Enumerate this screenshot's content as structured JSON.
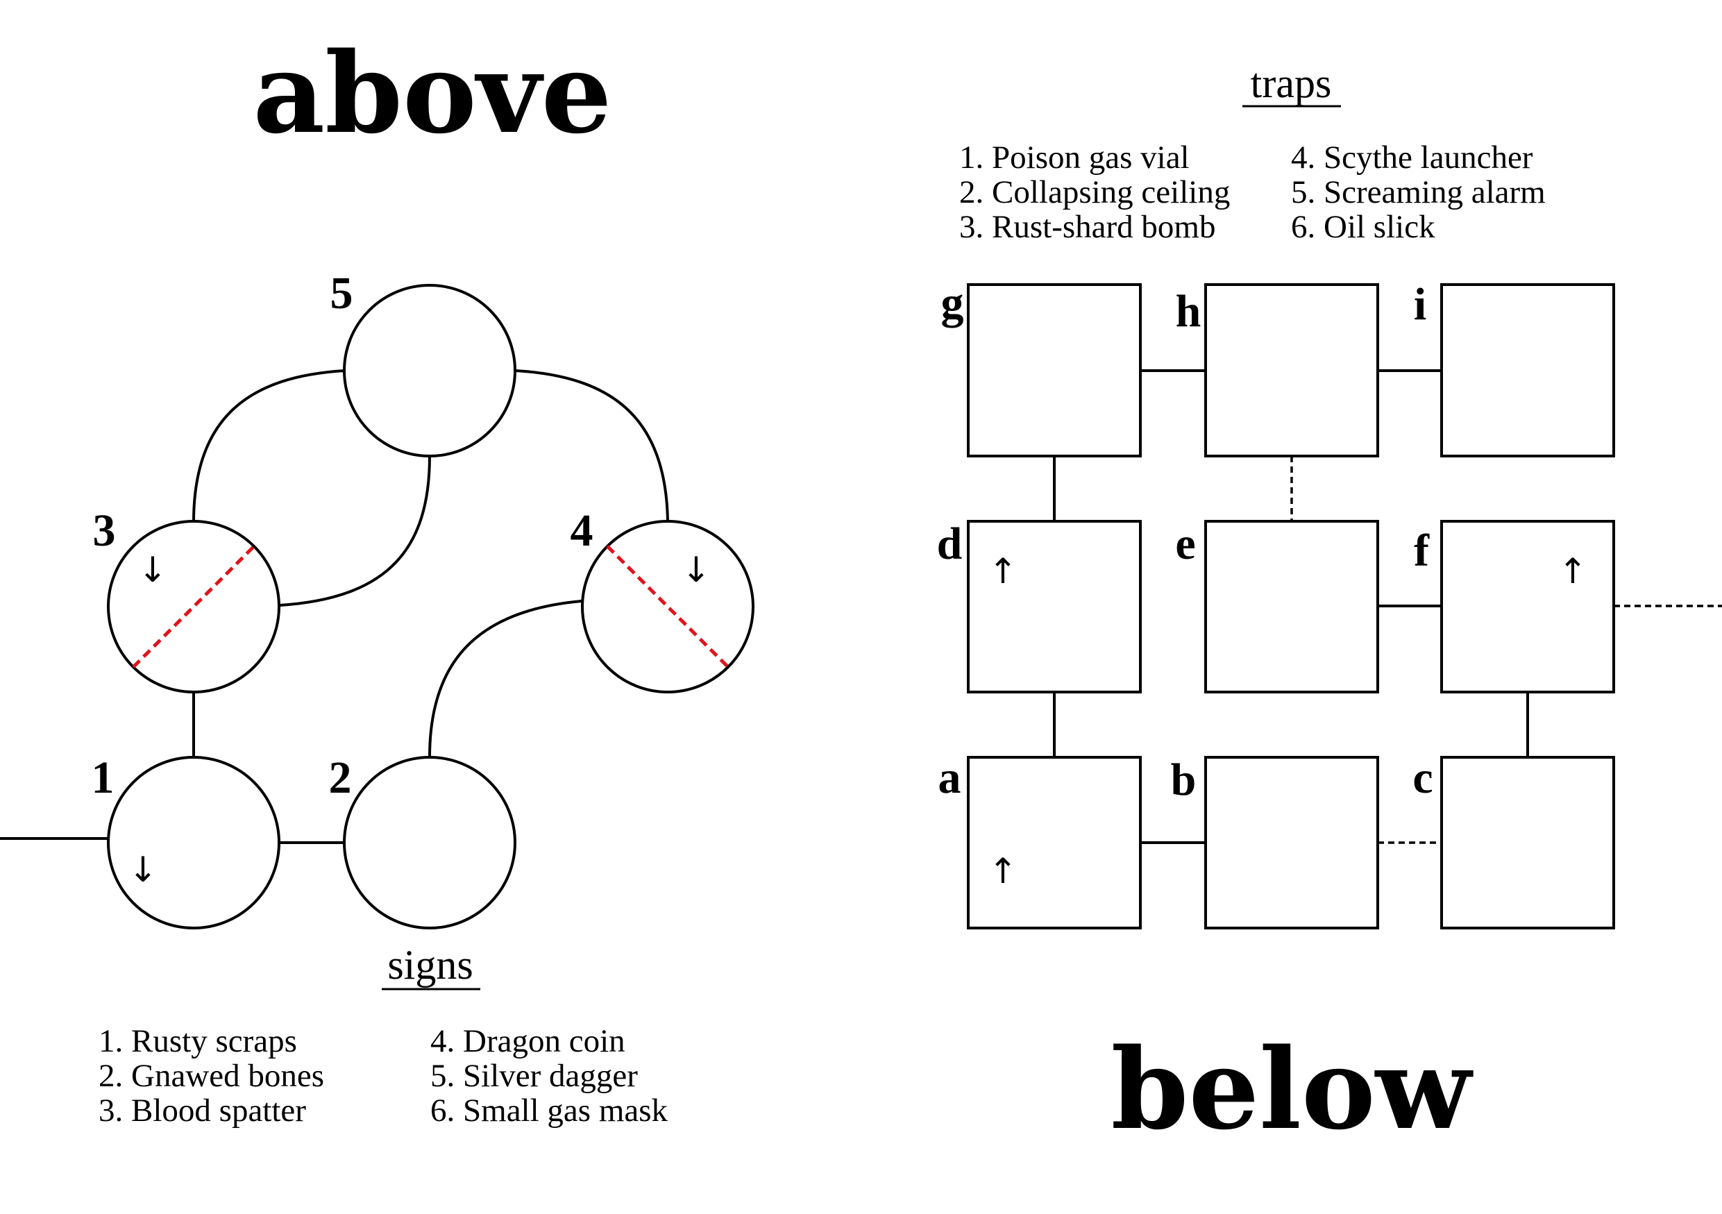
{
  "above": {
    "title": "above",
    "signs_heading": "signs",
    "signs_col1": [
      "1. Rusty scraps",
      "2. Gnawed bones",
      "3. Blood spatter"
    ],
    "signs_col2": [
      "4. Dragon coin",
      "5. Silver dagger",
      "6. Small gas mask"
    ],
    "node_labels": [
      "1",
      "2",
      "3",
      "4",
      "5"
    ],
    "arrow_down": "↓"
  },
  "below": {
    "title": "below",
    "traps_heading": "traps",
    "traps_col1": [
      "1. Poison gas vial",
      "2. Collapsing ceiling",
      "3. Rust-shard bomb"
    ],
    "traps_col2": [
      "4. Scythe launcher",
      "5. Screaming alarm",
      "6. Oil slick"
    ],
    "room_labels": [
      "g",
      "h",
      "i",
      "d",
      "e",
      "f",
      "a",
      "b",
      "c"
    ],
    "arrow_up": "↑"
  },
  "colors": {
    "ink": "#000000",
    "hazard_red": "#e0141b",
    "paper": "#ffffff"
  }
}
